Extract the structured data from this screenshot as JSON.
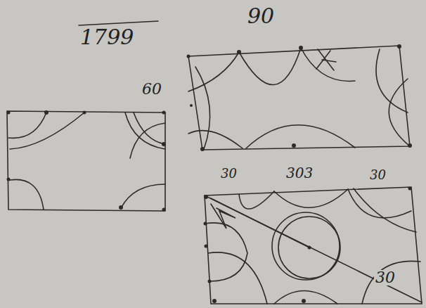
{
  "diagram": {
    "labels": [
      "1799",
      "90",
      "60",
      "30",
      "303",
      "30",
      "30"
    ]
  }
}
